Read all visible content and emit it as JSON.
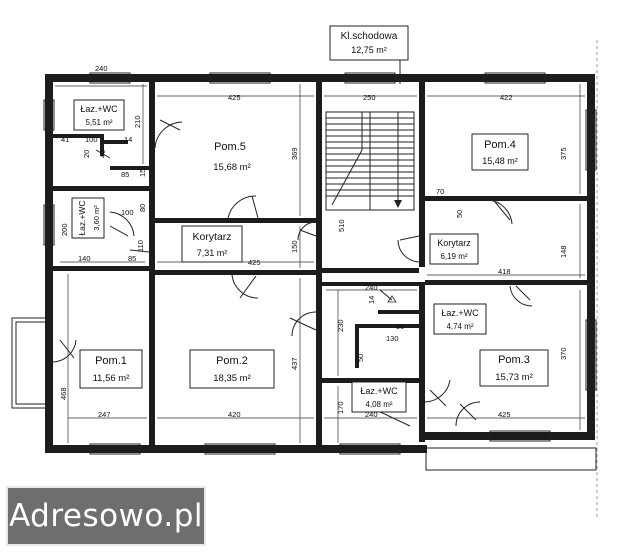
{
  "stair": {
    "name": "Kl.schodowa",
    "area": "12,75 m²"
  },
  "rooms": {
    "pom5": {
      "name": "Pom.5",
      "area": "15,68 m²"
    },
    "pom4": {
      "name": "Pom.4",
      "area": "15,48 m²"
    },
    "pom1": {
      "name": "Pom.1",
      "area": "11,56 m²"
    },
    "pom2": {
      "name": "Pom.2",
      "area": "18,35 m²"
    },
    "pom3": {
      "name": "Pom.3",
      "area": "15,73 m²"
    },
    "kor1": {
      "name": "Korytarz",
      "area": "7,31 m²"
    },
    "kor2": {
      "name": "Korytarz",
      "area": "6,19 m²"
    },
    "laz1": {
      "name": "Łaz.+WC",
      "area": "5,51 m²"
    },
    "laz2": {
      "name": "Łaz.+WC",
      "area": "3,60 m²"
    },
    "laz3": {
      "name": "Łaz.+WC",
      "area": "4,74 m²"
    },
    "laz4": {
      "name": "Łaz.+WC",
      "area": "4,08 m²"
    }
  },
  "dims": {
    "d240a": "240",
    "d425a": "425",
    "d250": "250",
    "d422": "422",
    "d210": "210",
    "d369": "369",
    "d375": "375",
    "d41": "41",
    "d100a": "100",
    "d14a": "14",
    "d20": "20",
    "d40": "40",
    "d85a": "85",
    "d15": "15",
    "d510": "510",
    "d70": "70",
    "d50a": "50",
    "d200": "200",
    "d100b": "100",
    "d80": "80",
    "d110": "110",
    "d140": "140",
    "d85b": "85",
    "d150": "150",
    "d425b": "425",
    "d148": "148",
    "d418": "418",
    "d240b": "240",
    "d14b": "14",
    "d90": "90",
    "d230": "230",
    "d130": "130",
    "d50b": "50",
    "d437": "437",
    "d370": "370",
    "d468": "468",
    "d247": "247",
    "d420": "420",
    "d170": "170",
    "d240c": "240",
    "d425c": "425"
  },
  "watermark": "Adresowo.pl"
}
